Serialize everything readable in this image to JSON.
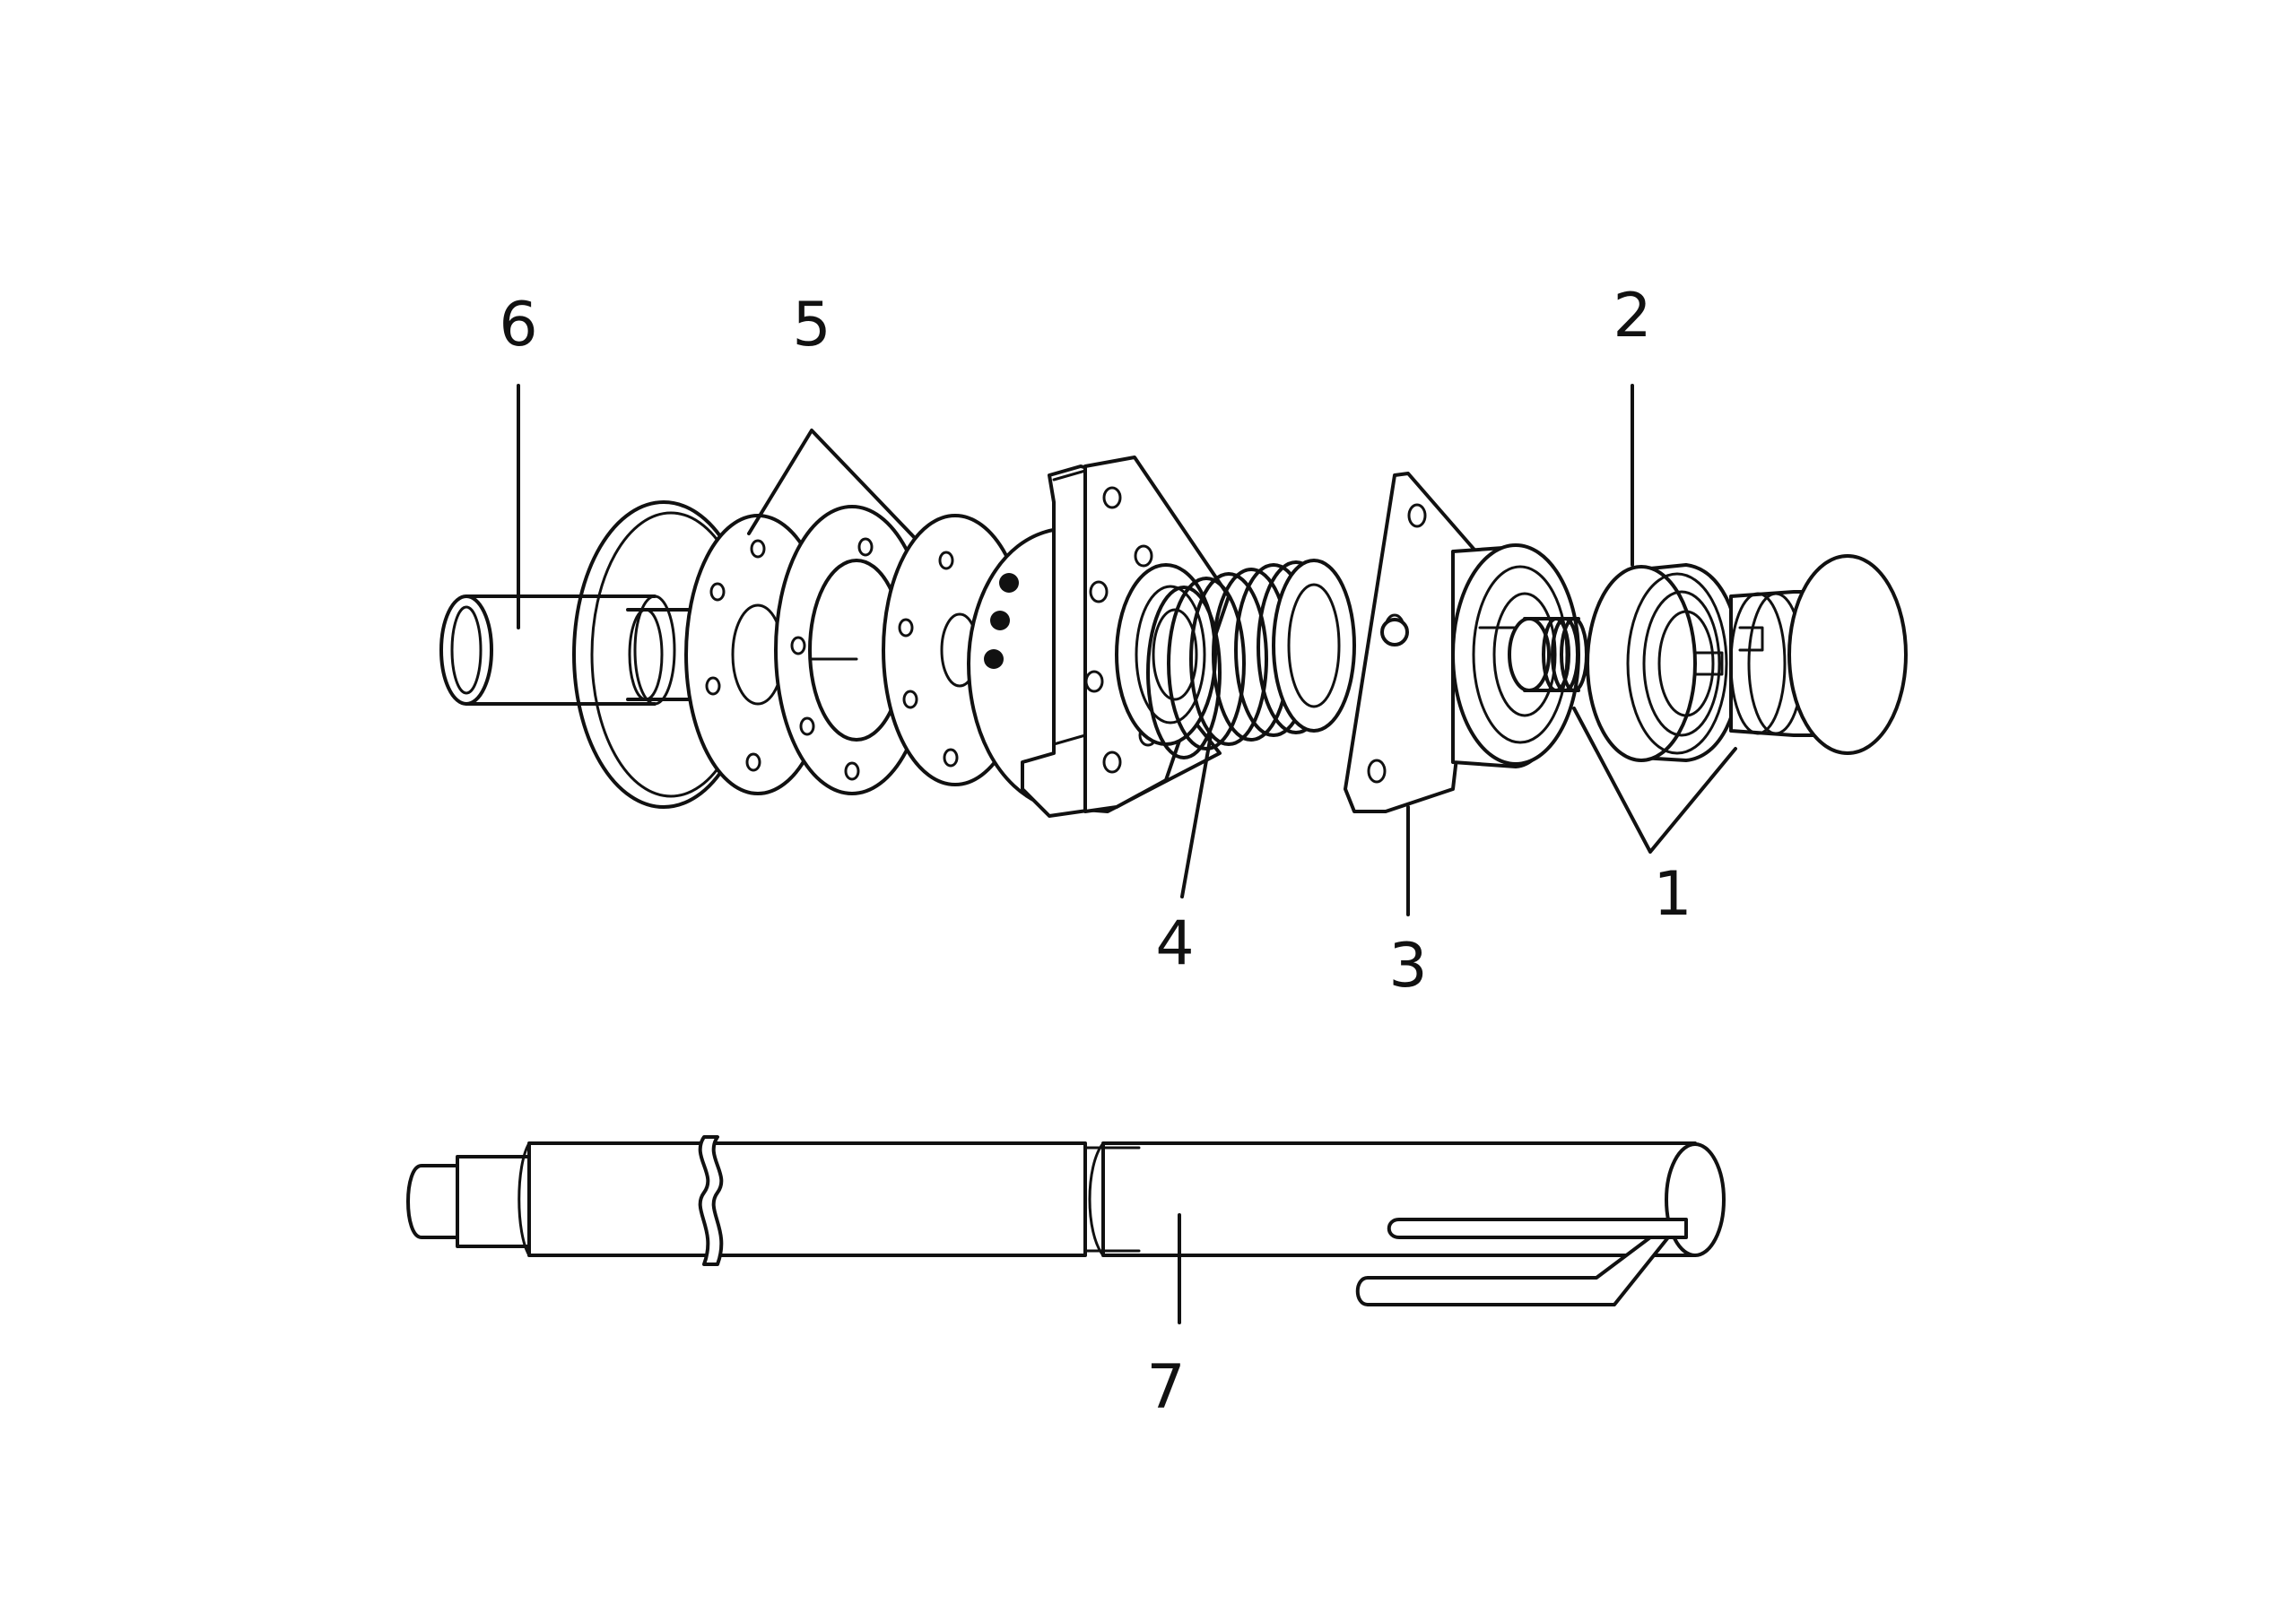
{
  "labels": {
    "part1": "1",
    "part2": "2",
    "part3": "3",
    "part4": "4",
    "part5": "5",
    "part6": "6",
    "part7": "7"
  },
  "colors": {
    "background": "#ffffff",
    "line": "#111111"
  }
}
